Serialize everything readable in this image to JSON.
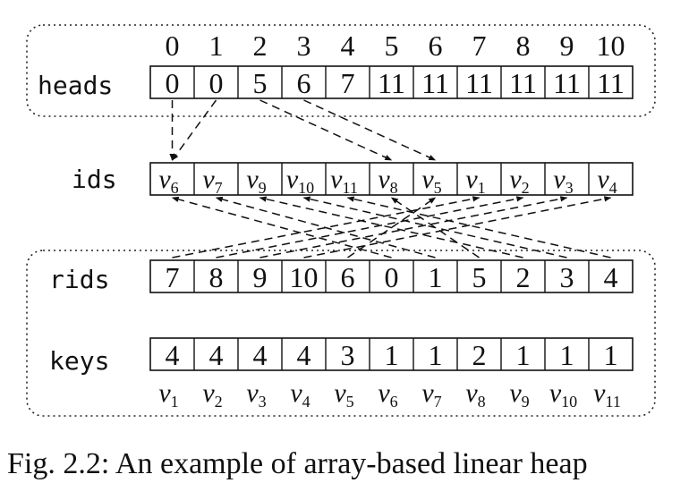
{
  "row_labels": {
    "heads": "heads",
    "ids": "ids",
    "rids": "rids",
    "keys": "keys"
  },
  "index_labels": [
    "0",
    "1",
    "2",
    "3",
    "4",
    "5",
    "6",
    "7",
    "8",
    "9",
    "10"
  ],
  "heads": [
    "0",
    "0",
    "5",
    "6",
    "7",
    "11",
    "11",
    "11",
    "11",
    "11",
    "11"
  ],
  "ids": [
    {
      "v": "v",
      "sub": "6"
    },
    {
      "v": "v",
      "sub": "7"
    },
    {
      "v": "v",
      "sub": "9"
    },
    {
      "v": "v",
      "sub": "10"
    },
    {
      "v": "v",
      "sub": "11"
    },
    {
      "v": "v",
      "sub": "8"
    },
    {
      "v": "v",
      "sub": "5"
    },
    {
      "v": "v",
      "sub": "1"
    },
    {
      "v": "v",
      "sub": "2"
    },
    {
      "v": "v",
      "sub": "3"
    },
    {
      "v": "v",
      "sub": "4"
    }
  ],
  "rids": [
    "7",
    "8",
    "9",
    "10",
    "6",
    "0",
    "1",
    "5",
    "2",
    "3",
    "4"
  ],
  "keys": [
    "4",
    "4",
    "4",
    "4",
    "3",
    "1",
    "1",
    "2",
    "1",
    "1",
    "1"
  ],
  "vertex_labels": [
    {
      "v": "v",
      "sub": "1"
    },
    {
      "v": "v",
      "sub": "2"
    },
    {
      "v": "v",
      "sub": "3"
    },
    {
      "v": "v",
      "sub": "4"
    },
    {
      "v": "v",
      "sub": "5"
    },
    {
      "v": "v",
      "sub": "6"
    },
    {
      "v": "v",
      "sub": "7"
    },
    {
      "v": "v",
      "sub": "8"
    },
    {
      "v": "v",
      "sub": "9"
    },
    {
      "v": "v",
      "sub": "10"
    },
    {
      "v": "v",
      "sub": "11"
    }
  ],
  "heads_arrows": [
    [
      0,
      0
    ],
    [
      1,
      0
    ],
    [
      2,
      5
    ],
    [
      3,
      6
    ]
  ],
  "rid_links": [
    [
      0,
      7
    ],
    [
      1,
      8
    ],
    [
      2,
      9
    ],
    [
      3,
      10
    ],
    [
      4,
      6
    ],
    [
      5,
      0
    ],
    [
      6,
      1
    ],
    [
      7,
      5
    ],
    [
      8,
      2
    ],
    [
      9,
      3
    ],
    [
      10,
      4
    ]
  ],
  "caption": "Fig. 2.2: An example of array-based linear heap"
}
